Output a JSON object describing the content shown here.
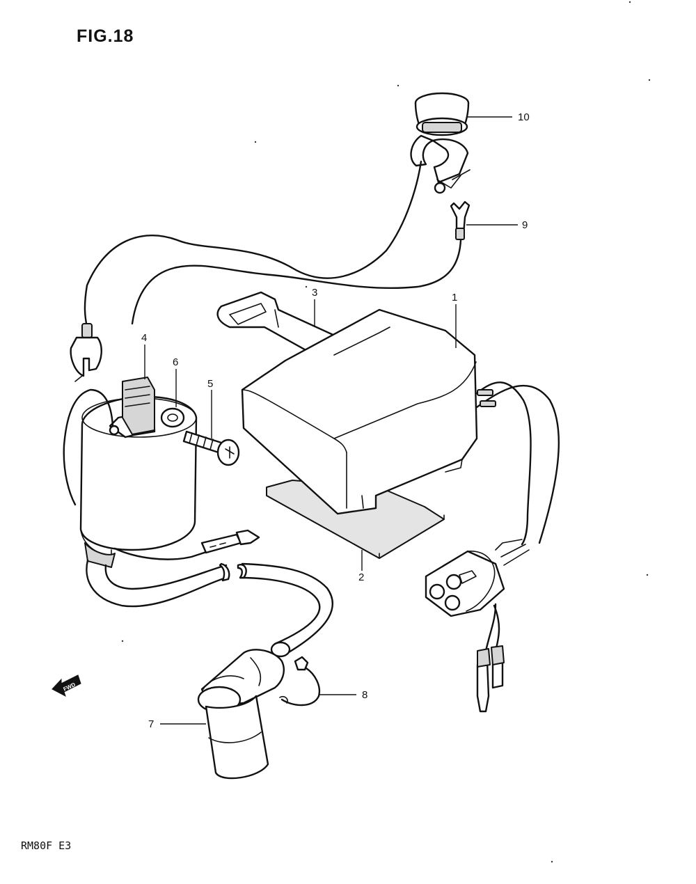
{
  "figure": {
    "title": "FIG.18",
    "model_code": "RM80F E3"
  },
  "fwd_label": "FWD",
  "callouts": [
    {
      "id": "p1",
      "label": "1"
    },
    {
      "id": "p2",
      "label": "2"
    },
    {
      "id": "p3",
      "label": "3"
    },
    {
      "id": "p4",
      "label": "4"
    },
    {
      "id": "p5",
      "label": "5"
    },
    {
      "id": "p6",
      "label": "6"
    },
    {
      "id": "p7",
      "label": "7"
    },
    {
      "id": "p8",
      "label": "8"
    },
    {
      "id": "p9",
      "label": "9"
    },
    {
      "id": "p10",
      "label": "10"
    }
  ]
}
